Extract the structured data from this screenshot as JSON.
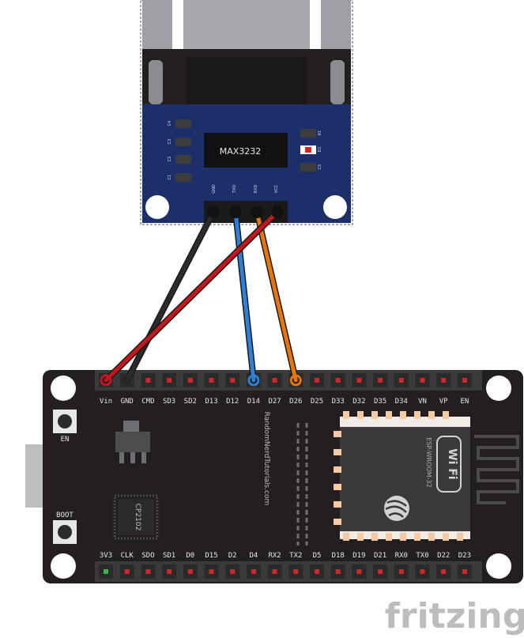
{
  "rs232_module": {
    "chip_label": "MAX3232",
    "pin_labels": [
      "GND",
      "TXD",
      "RXD",
      "VCC"
    ],
    "cap_labels_left": [
      "C4",
      "C3",
      "C2",
      "C1"
    ],
    "labels_right": [
      "R1",
      "D1",
      "C5"
    ]
  },
  "esp32_board": {
    "top_pins": [
      "Vin",
      "GND",
      "CMD",
      "SD3",
      "SD2",
      "D13",
      "D12",
      "D14",
      "D27",
      "D26",
      "D25",
      "D33",
      "D32",
      "D35",
      "D34",
      "VN",
      "VP",
      "EN"
    ],
    "bottom_pins": [
      "3V3",
      "CLK",
      "SDO",
      "SD1",
      "D0",
      "D15",
      "D2",
      "D4",
      "RX2",
      "TX2",
      "D5",
      "D18",
      "D19",
      "D21",
      "RX0",
      "TX0",
      "D22",
      "D23"
    ],
    "en_button_label": "EN",
    "boot_button_label": "BOOT",
    "usb_chip_label": "CP2102",
    "module_label": "ESP-WROOM-32",
    "wifi_label": "Wi Fi",
    "website_label": "RandomNerdTutorials.com"
  },
  "wires": [
    {
      "from": "GND",
      "to": "GND",
      "color": "#2b2b2b"
    },
    {
      "from": "TXD",
      "to": "D14",
      "color": "#2f7fd6"
    },
    {
      "from": "RXD",
      "to": "D26",
      "color": "#e8740c"
    },
    {
      "from": "VCC",
      "to": "Vin",
      "color": "#c4161c"
    }
  ],
  "watermark": "fritzing"
}
